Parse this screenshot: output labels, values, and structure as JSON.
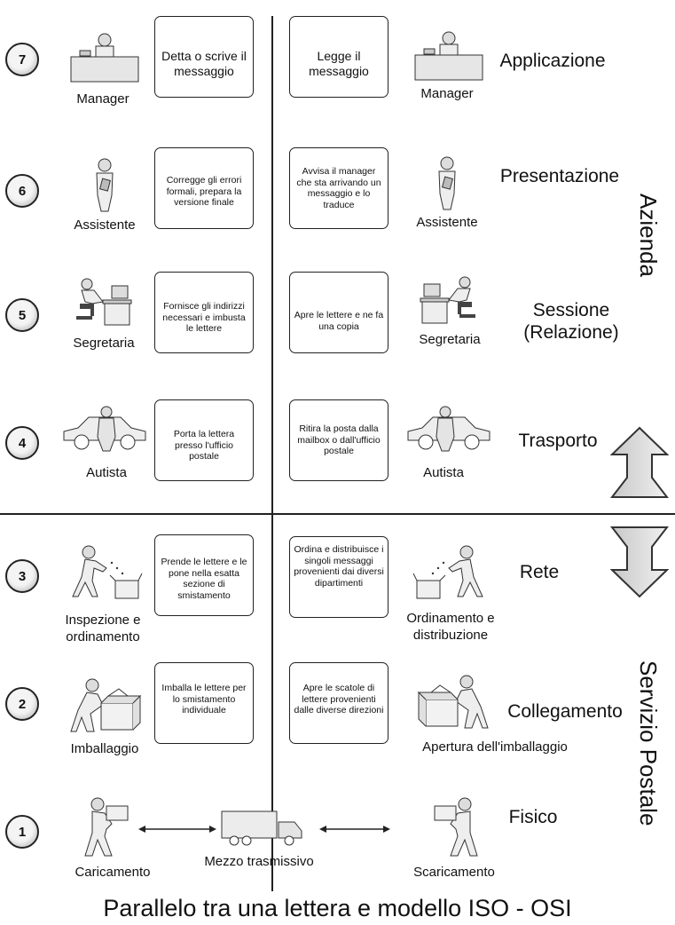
{
  "title": "Parallelo tra una lettera e modello ISO - OSI",
  "groups": {
    "azienda": "Azienda",
    "servizio": "Servizio Postale"
  },
  "layers": [
    {
      "num": "7",
      "name": "Applicazione",
      "left_label": "Manager",
      "right_label": "Manager",
      "left_text": "Detta o scrive il messaggio",
      "right_text": "Legge il messaggio",
      "left_icon": "desk-manager-icon",
      "right_icon": "desk-manager-icon"
    },
    {
      "num": "6",
      "name": "Presentazione",
      "left_label": "Assistente",
      "right_label": "Assistente",
      "left_text": "Corregge gli errori formali, prepara la versione finale",
      "right_text": "Avvisa il manager che sta arrivando un messaggio e lo traduce",
      "left_icon": "assistant-icon",
      "right_icon": "assistant-icon"
    },
    {
      "num": "5",
      "name": "Sessione (Relazione)",
      "left_label": "Segretaria",
      "right_label": "Segretaria",
      "left_text": "Fornisce gli indirizzi necessari e imbusta le lettere",
      "right_text": "Apre le lettere e ne fa una copia",
      "left_icon": "secretary-computer-icon",
      "right_icon": "secretary-computer-icon"
    },
    {
      "num": "4",
      "name": "Trasporto",
      "left_label": "Autista",
      "right_label": "Autista",
      "left_text": "Porta la lettera presso l'ufficio postale",
      "right_text": "Ritira la posta dalla mailbox o dall'ufficio postale",
      "left_icon": "driver-car-icon",
      "right_icon": "driver-car-icon"
    },
    {
      "num": "3",
      "name": "Rete",
      "left_label": "Inspezione e ordinamento",
      "right_label": "Ordinamento e distribuzione",
      "left_text": "Prende le lettere e le pone nella esatta sezione di smistamento",
      "right_text": "Ordina e distribuisce i singoli messaggi provenienti dai diversi dipartimenti",
      "left_icon": "sorting-icon",
      "right_icon": "sorting-icon"
    },
    {
      "num": "2",
      "name": "Collegamento",
      "left_label": "Imballaggio",
      "right_label": "Apertura dell'imballaggio",
      "left_text": "Imballa le lettere per lo smistamento individuale",
      "right_text": "Apre le scatole di lettere provenienti dalle diverse direzioni",
      "left_icon": "packing-box-icon",
      "right_icon": "packing-box-icon"
    },
    {
      "num": "1",
      "name": "Fisico",
      "left_label": "Caricamento",
      "right_label": "Scaricamento",
      "middle_label": "Mezzo trasmissivo",
      "left_icon": "loading-person-icon",
      "right_icon": "unloading-person-icon",
      "middle_icon": "truck-icon"
    }
  ]
}
